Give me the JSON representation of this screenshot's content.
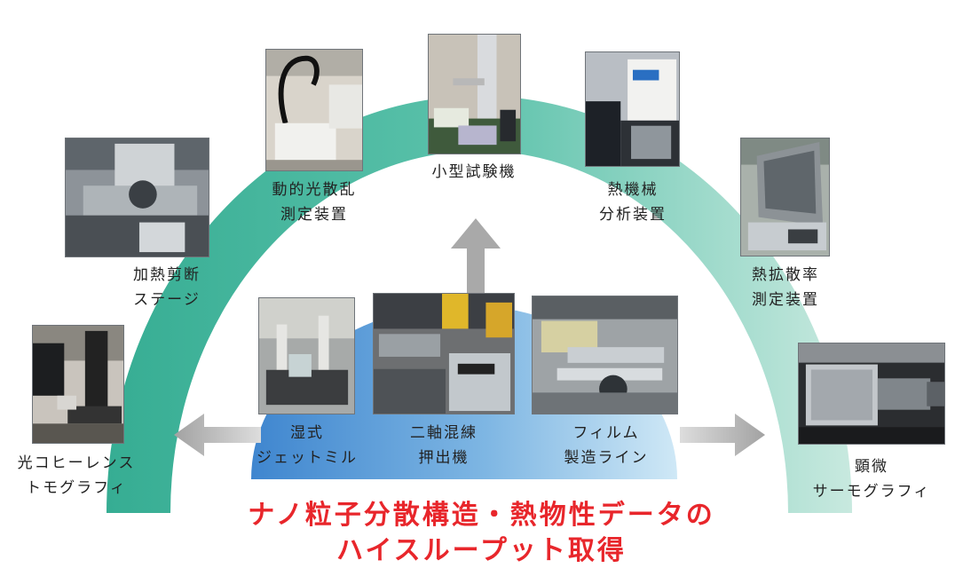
{
  "colors": {
    "outer_arc": "#3cb39a",
    "inner_dome_left": "#3f86cf",
    "inner_dome_right": "#bfe0f4",
    "arrow": "#a9a9a9",
    "headline": "#e8262b"
  },
  "outer_instruments": [
    {
      "key": "oct",
      "lines": [
        "光コヒーレンス",
        "トモグラフィ"
      ],
      "code": "光コヒーレンス"
    },
    {
      "key": "shear",
      "lines": [
        "加熱剪断",
        "ステージ"
      ],
      "code": "加熱剪断"
    },
    {
      "key": "dls",
      "lines": [
        "動的光散乱",
        "測定装置"
      ],
      "code": "動的光散乱"
    },
    {
      "key": "tester",
      "lines": [
        "小型試験機"
      ],
      "code": "小型試験機"
    },
    {
      "key": "tma",
      "lines": [
        "熱機械",
        "分析装置"
      ],
      "code": "熱機械"
    },
    {
      "key": "diffusivity",
      "lines": [
        "熱拡散率",
        "測定装置"
      ],
      "code": "熱拡散率"
    },
    {
      "key": "thermo",
      "lines": [
        "顕微",
        "サーモグラフィ"
      ],
      "code": "顕微"
    }
  ],
  "process_equipment": [
    {
      "key": "jetmill",
      "lines": [
        "湿式",
        "ジェットミル"
      ]
    },
    {
      "key": "extruder",
      "lines": [
        "二軸混練",
        "押出機"
      ]
    },
    {
      "key": "film",
      "lines": [
        "フィルム",
        "製造ライン"
      ]
    }
  ],
  "headline": {
    "line1": "ナノ粒子分散構造・熱物性データの",
    "line2": "ハイスループット取得",
    "code": "ナノ粒子分散"
  }
}
